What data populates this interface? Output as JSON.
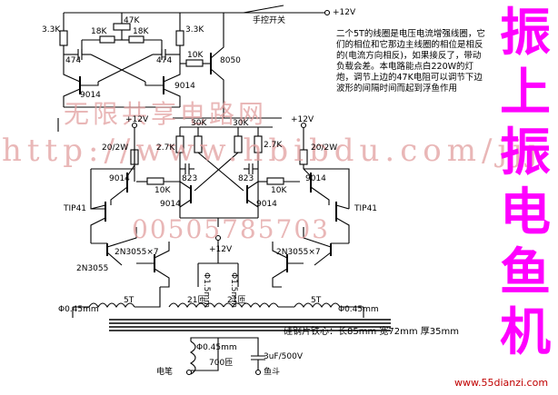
{
  "title_chars": [
    "振",
    "上",
    "振",
    "电",
    "鱼",
    "机"
  ],
  "description": "二个5T的线圈是电压电流增强线圈，它们的相位和它那边主线圈的相位是相反的(电流方向相反)，如果接反了，带动负载会差。本电路能点白220W的灯炮，调节上边的47K电阻可以调节下边波形的间隔时间而起到浮鱼作用",
  "watermarks": [
    "无限共享电路网",
    "http://www.hbibdu.com/jjj",
    "00505785703"
  ],
  "website": "www.55dianzi.com",
  "colors": {
    "title": "#ff00ff",
    "watermark": "#e2a0a0",
    "website": "#c00000",
    "wire": "#000000"
  },
  "labels": {
    "supply_top": "+12V",
    "switch": "手控开关",
    "r_33k_l": "3.3K",
    "r_18k_l": "18K",
    "r_47k": "47K",
    "r_18k_r": "18K",
    "r_33k_r": "3.3K",
    "c_474_l": "474",
    "c_474_r": "474",
    "q_9014_osc_l": "9014",
    "q_9014_osc_r": "9014",
    "r_10k_top": "10K",
    "q_8050": "8050",
    "supply_mid": "+12V",
    "r_30k_l": "30K",
    "r_30k_r": "30K",
    "supply_right": "+12V",
    "r_20_2w_l": "20/2W",
    "r_27k_l": "2.7K",
    "r_27k_r": "2.7K",
    "r_20_2w_r": "20/2W",
    "q_9014_drv_l": "9014",
    "c_823_l": "823",
    "c_823_r": "823",
    "q_9014_drv_r": "9014",
    "r_10k_l": "10K",
    "r_10k_r": "10K",
    "q_9014_ff_l": "9014",
    "q_9014_ff_r": "9014",
    "q_tip41_l": "TIP41",
    "q_tip41_r": "TIP41",
    "q_2n3055x7_l": "2N3055×7",
    "q_2n3055x7_r": "2N3055×7",
    "q_2n3055_l": "2N3055",
    "supply_center": "+12V",
    "wire_15mm_l": "Φ1.5mm",
    "wire_15mm_r": "Φ1.5mm",
    "wire_045_l": "Φ0.45mm",
    "turns_5t_l": "5T",
    "turns_21_l": "21匝",
    "turns_21_r": "21匝",
    "turns_5t_r": "5T",
    "wire_045_r": "Φ0.45mm",
    "core_spec": "硅钢片铁心：长85mm 宽72mm 厚35mm",
    "wire_045_sec": "Φ0.45mm",
    "turns_700": "700匝",
    "c_out": "3uF/500V",
    "pen": "电笔",
    "fish": "鱼斗"
  }
}
